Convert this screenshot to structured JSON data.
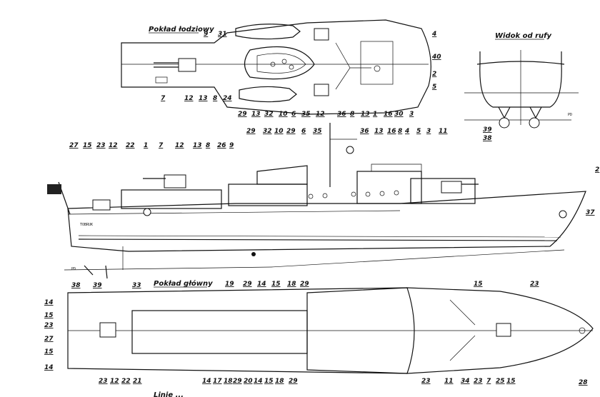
{
  "titles": {
    "boat_deck": "Pokład łodziowy",
    "stern_view": "Widok od rufy",
    "main_deck": "Pokład główny",
    "bottom_partial": "Linie ..."
  },
  "ship_name": "TOBRUK",
  "labels": {
    "boat_deck": [
      "9",
      "31",
      "4",
      "40",
      "2",
      "5",
      "7",
      "12",
      "13",
      "8",
      "24",
      "29",
      "13",
      "32",
      "10",
      "6",
      "35",
      "12",
      "36",
      "8",
      "13",
      "1",
      "16",
      "30",
      "3"
    ],
    "stern": [
      "39",
      "38",
      "PD"
    ],
    "side": [
      "27",
      "15",
      "23",
      "12",
      "22",
      "1",
      "7",
      "12",
      "13",
      "8",
      "26",
      "9",
      "29",
      "32",
      "10",
      "29",
      "6",
      "35",
      "36",
      "13",
      "16",
      "8",
      "4",
      "5",
      "3",
      "11",
      "37",
      "38",
      "39",
      "33",
      "PD",
      "2"
    ],
    "main_deck": [
      "19",
      "29",
      "14",
      "15",
      "18",
      "29",
      "15",
      "23",
      "14",
      "15",
      "23",
      "27",
      "15",
      "14",
      "23",
      "12",
      "22",
      "21",
      "14",
      "17",
      "18",
      "29",
      "20",
      "14",
      "15",
      "18",
      "29",
      "23",
      "11",
      "34",
      "23",
      "7",
      "25",
      "15",
      "28"
    ]
  }
}
